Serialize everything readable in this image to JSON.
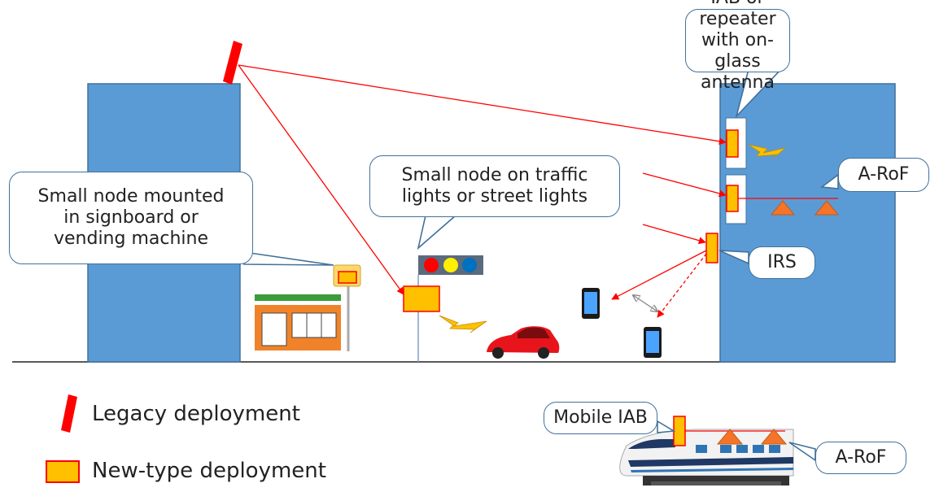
{
  "callouts": {
    "iab_repeater": "IAB or repeater\nwith on-glass antenna",
    "small_node_traffic": "Small node on traffic\nlights or street lights",
    "small_node_signboard": "Small node mounted\nin signboard or\nvending machine",
    "arof_building": "A-RoF",
    "irs": "IRS",
    "mobile_iab": "Mobile IAB",
    "arof_train": "A-RoF"
  },
  "legend": {
    "legacy": "Legacy deployment",
    "new_type": "New-type deployment"
  },
  "colors": {
    "building": "#5b9bd5",
    "building_edge": "#41719c",
    "node_fill": "#ffc000",
    "node_edge": "#ff0000",
    "link": "#ff0000",
    "legacy": "#ff0000",
    "car": "#e8141c",
    "store_roof": "#3a9d3a"
  }
}
